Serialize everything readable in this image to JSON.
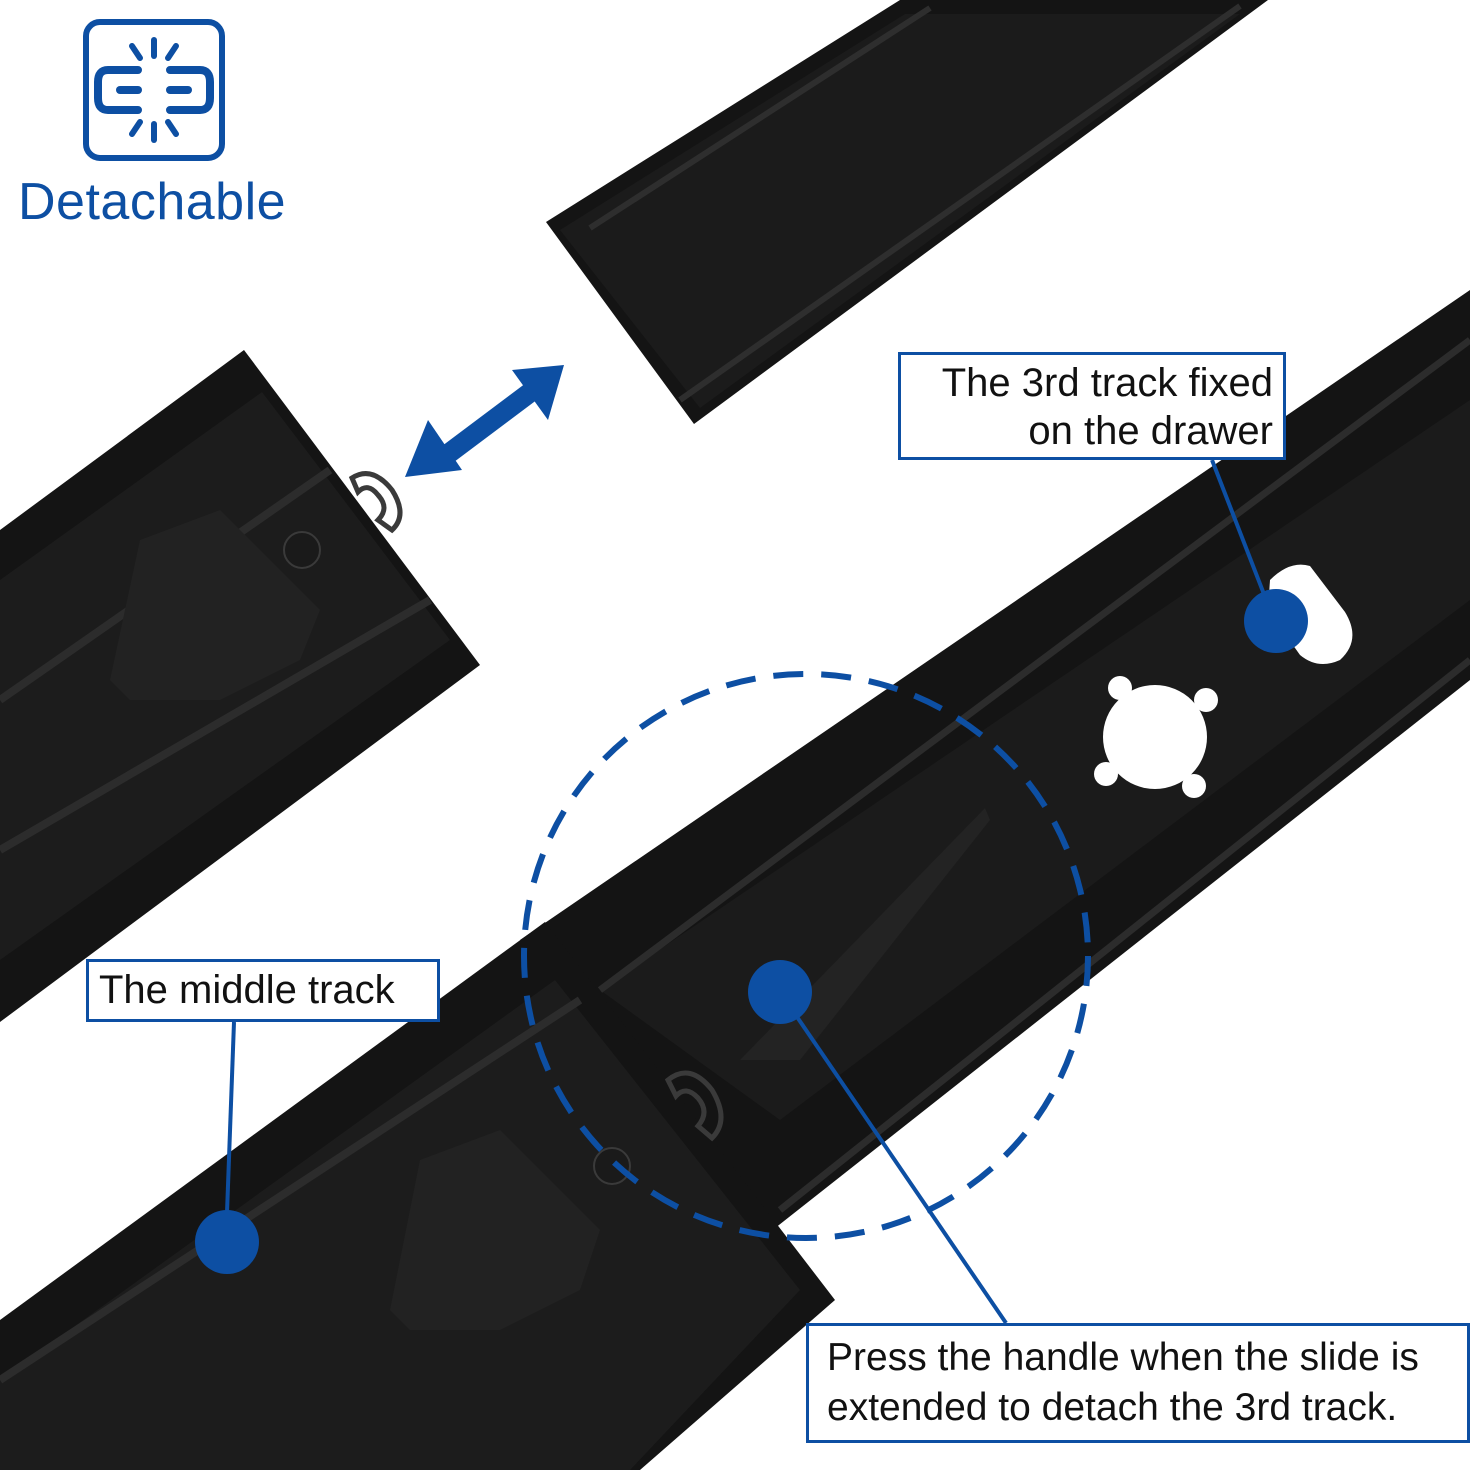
{
  "badge": {
    "icon": "detach-link-icon",
    "label": "Detachable"
  },
  "callouts": {
    "third_track": {
      "line1": "The 3rd track fixed",
      "line2": "on the drawer"
    },
    "middle_track": {
      "label": "The middle track"
    },
    "press_handle": {
      "line1": "Press the handle when the slide is",
      "line2": "extended to detach the 3rd track."
    }
  },
  "colors": {
    "accent": "#0d4fa3",
    "rail": "#141414",
    "background": "#ffffff"
  },
  "icons": [
    "detach-link-icon",
    "double-arrow-icon",
    "dashed-circle-highlight"
  ]
}
